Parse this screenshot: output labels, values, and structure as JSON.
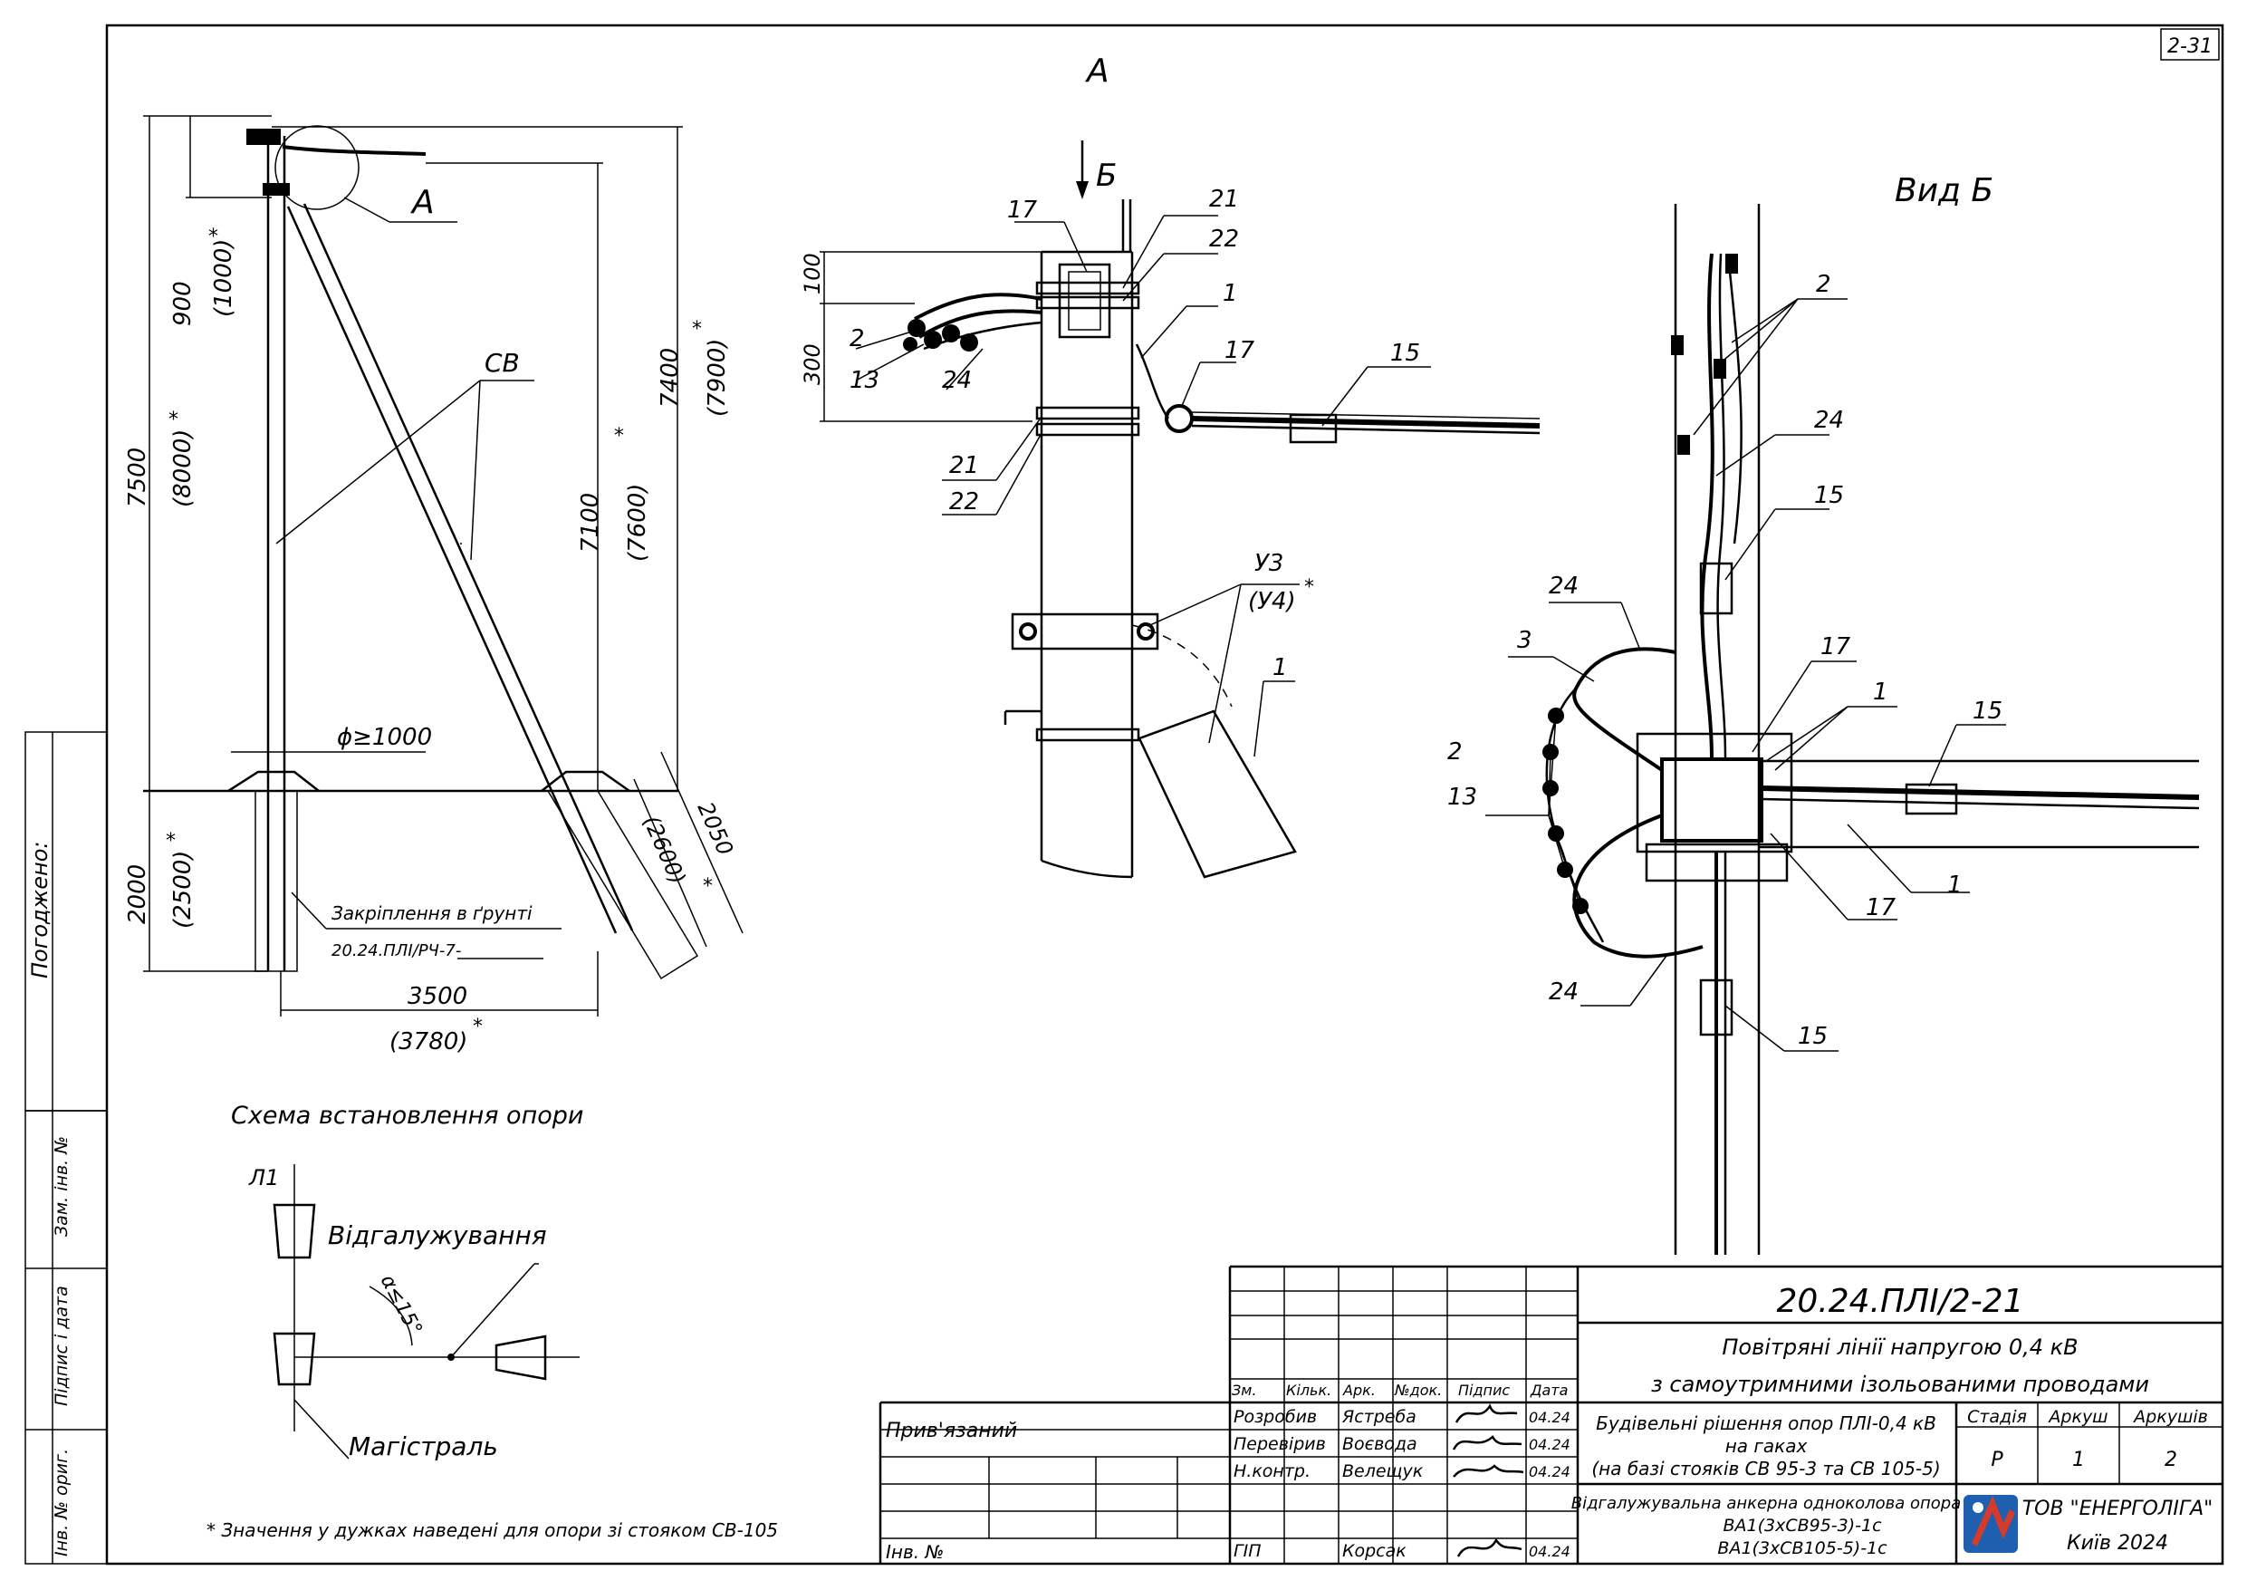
{
  "sheet": {
    "sheet_code": "2-31",
    "agreed_label": "Погоджено:",
    "left_stamps": [
      "Зам. інв. №",
      "Підпис і дата",
      "Інв. № ориг."
    ]
  },
  "view_a": {
    "title": "А",
    "view_b_arrow_label": "Б",
    "dims": [
      "100",
      "300"
    ],
    "callouts": [
      "17",
      "21",
      "22",
      "1",
      "17",
      "15",
      "2",
      "13",
      "24",
      "21",
      "22",
      "У3",
      "(У4)",
      "*",
      "1"
    ]
  },
  "view_b": {
    "title": "Вид Б",
    "callouts": [
      "2",
      "24",
      "15",
      "24",
      "3",
      "17",
      "1",
      "15",
      "2",
      "13",
      "1",
      "17",
      "24",
      "15"
    ]
  },
  "pole": {
    "detail_ref": "А",
    "pole_label": "СВ",
    "dim_900": "900",
    "dim_1000": "(1000)",
    "dim_7500": "7500",
    "dim_8000": "(8000)",
    "dim_7100": "7100",
    "dim_7600": "(7600)",
    "dim_7400": "7400",
    "dim_7900": "(7900)",
    "dim_2000": "2000",
    "dim_2500": "(2500)",
    "dim_2600": "(2600)",
    "dim_2050": "2050",
    "diameter": "ϕ≥1000",
    "dim_3500": "3500",
    "dim_3780": "(3780)",
    "star": "*",
    "ground_fix_label": "Закріплення в ґрунті",
    "ground_fix_ref": "20.24.ПЛІ/РЧ-7-"
  },
  "scheme": {
    "title": "Схема встановлення опори",
    "l1": "Л1",
    "branch": "Відгалужування",
    "angle": "α≤15°",
    "main": "Магістраль"
  },
  "footnote": "* Значення у дужках наведені для опори зі стояком СВ-105",
  "title_block": {
    "doc_code": "20.24.ПЛІ/2-21",
    "title_line1": "Повітряні лінії напругою 0,4 кВ",
    "title_line2": "з самоутримними ізольованими проводами",
    "headers": [
      "Зм.",
      "Кільк.",
      "Арк.",
      "№док.",
      "Підпис",
      "Дата"
    ],
    "bound_label": "Прив'язаний",
    "inv_label": "Інв. №",
    "rows": [
      {
        "role": "Розробив",
        "name": "Ястреба",
        "date": "04.24"
      },
      {
        "role": "Перевірив",
        "name": "Воєвода",
        "date": "04.24"
      },
      {
        "role": "Н.контр.",
        "name": "Велещук",
        "date": "04.24"
      },
      {
        "role": "ГІП",
        "name": "Корсак",
        "date": "04.24"
      }
    ],
    "section_line1": "Будівельні рішення опор ПЛІ-0,4 кВ",
    "section_line2": "на гаках",
    "section_line3": "(на базі стояків СВ 95-3 та СВ 105-5)",
    "stage_label": "Стадія",
    "stage_value": "Р",
    "sheet_label": "Аркуш",
    "sheet_value": "1",
    "sheets_label": "Аркушів",
    "sheets_value": "2",
    "support_line1": "Відгалужувальна анкерна одноколова опора",
    "support_line2": "ВА1(3хСВ95-3)-1с",
    "support_line3": "ВА1(3хСВ105-5)-1с",
    "company": "ТОВ \"ЕНЕРГОЛІГА\"",
    "city": "Київ 2024"
  },
  "colors": {
    "logo_blue": "#1f5fb0",
    "logo_red": "#d63a2a"
  }
}
